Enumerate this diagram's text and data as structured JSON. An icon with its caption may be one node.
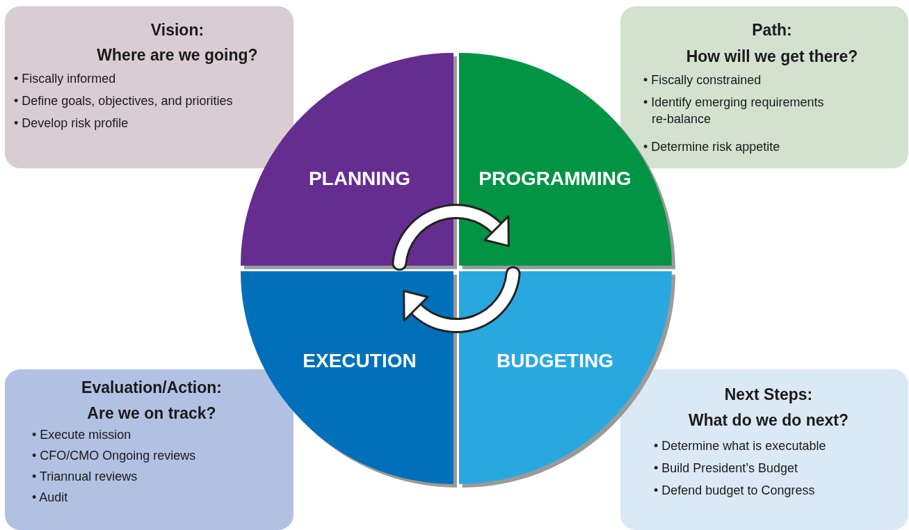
{
  "diagram": {
    "nodes": [
      {
        "text": [
          "Vision:",
          "Where are we going?",
          "• Fiscally informed",
          "• Define goals, objectives, and priorities",
          "• Develop risk profile"
        ]
      },
      {
        "text": [
          "Path:",
          "How will we get there?",
          "• Fiscally constrained",
          "• Identify emerging requirements re-balance",
          "• Determine risk appetite"
        ]
      },
      {
        "text": [
          "PLANNING"
        ]
      },
      {
        "text": [
          "PROGRAMMING"
        ]
      },
      {
        "text": [
          "EXECUTION"
        ]
      },
      {
        "text": [
          "BUDGETING"
        ]
      },
      {
        "text": [
          "Evaluation/Action:",
          "Are we on track?",
          "• Execute mission",
          "• CFO/CMO Ongoing reviews",
          "• Triannual reviews",
          "• Audit"
        ]
      },
      {
        "text": [
          "Next Steps:",
          "What do we do next?",
          "• Determine what is executable",
          "• Build President’s Budget",
          "• Defend budget to Congress"
        ]
      }
    ],
    "edges": [
      {
        "from": 2,
        "to": 3,
        "arrow": "to"
      },
      {
        "from": 5,
        "to": 4,
        "arrow": "to"
      }
    ]
  }
}
